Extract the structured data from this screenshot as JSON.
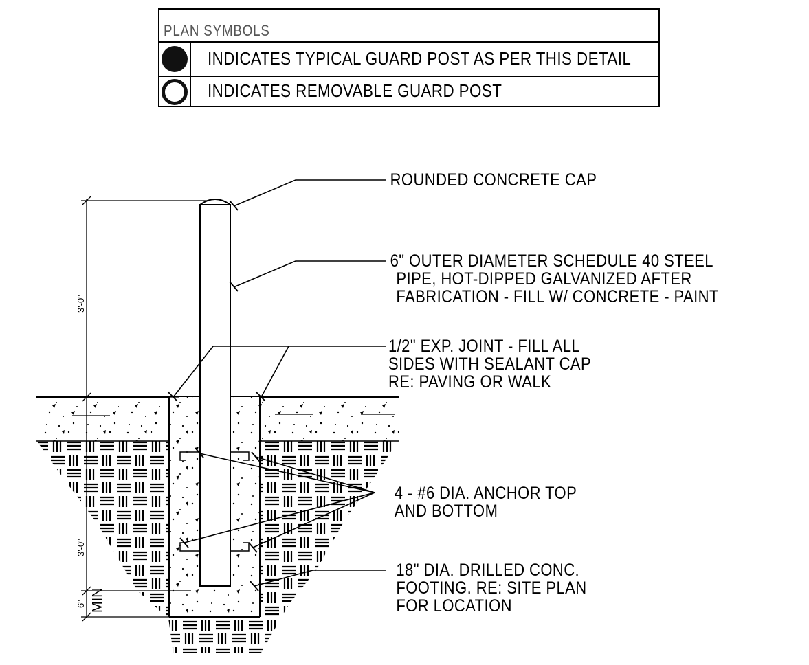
{
  "legend": {
    "title": "PLAN SYMBOLS",
    "rows": [
      {
        "symbol": "filled-circle-icon",
        "text": "INDICATES TYPICAL GUARD POST AS PER THIS DETAIL"
      },
      {
        "symbol": "open-circle-icon",
        "text": "INDICATES REMOVABLE GUARD POST"
      }
    ]
  },
  "callouts": {
    "cap": "ROUNDED CONCRETE CAP",
    "pipe": [
      "6\" OUTER DIAMETER SCHEDULE 40 STEEL",
      "PIPE, HOT-DIPPED GALVANIZED AFTER",
      "FABRICATION - FILL W/ CONCRETE - PAINT"
    ],
    "joint": [
      "1/2\" EXP. JOINT - FILL ALL",
      "SIDES WITH SEALANT CAP",
      "RE: PAVING OR WALK"
    ],
    "anchor": [
      "4 - #6 DIA. ANCHOR TOP",
      "AND BOTTOM"
    ],
    "footing": [
      "18\" DIA. DRILLED CONC.",
      "FOOTING. RE: SITE PLAN",
      "FOR LOCATION"
    ]
  },
  "dimensions": {
    "above_grade": "3'-0\"",
    "below_grade": "3'-0\"",
    "bottom": "6\"",
    "bottom_min": "MIN"
  }
}
